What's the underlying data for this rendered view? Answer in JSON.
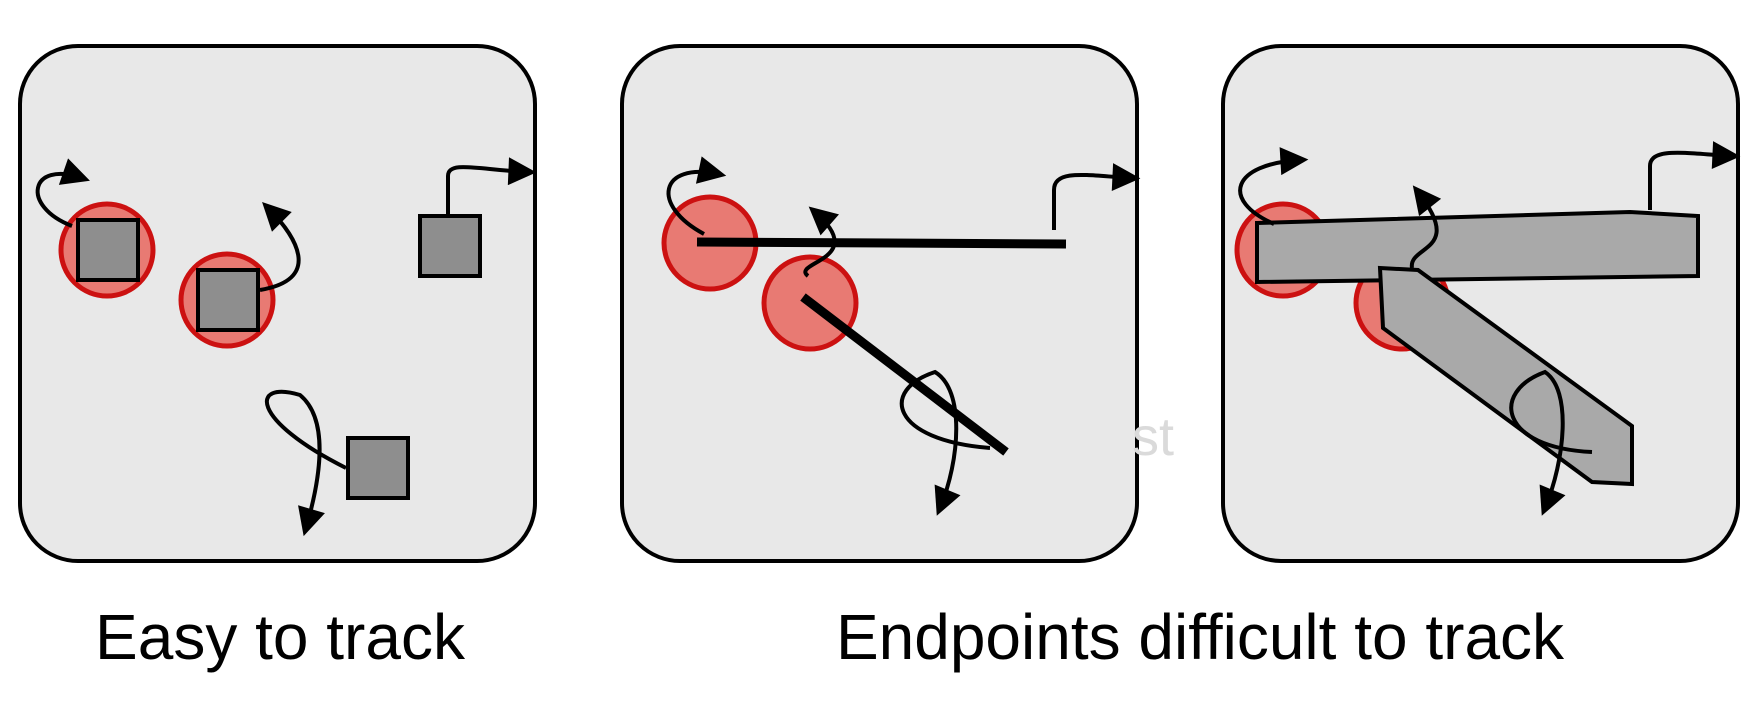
{
  "captions": {
    "easy": "Easy to track",
    "hard": "Endpoints difficult to track"
  },
  "faint_text": "st",
  "colors": {
    "panel_fill": "#e8e8e8",
    "panel_stroke": "#000000",
    "object_fill": "#8e8e8e",
    "bar_fill": "#a9a9a9",
    "endpoint_fill": "#e87a73",
    "endpoint_stroke": "#cc1111",
    "arrow": "#000000"
  },
  "panels": [
    {
      "name": "squares-panel",
      "objects": [
        "square",
        "square",
        "square",
        "square"
      ],
      "tracked_endpoints": 2
    },
    {
      "name": "thin-lines-panel",
      "objects": [
        "thin-line",
        "thin-line"
      ],
      "tracked_endpoints": 2
    },
    {
      "name": "thick-bars-panel",
      "objects": [
        "thick-bar",
        "thick-bar"
      ],
      "tracked_endpoints": 2
    }
  ]
}
